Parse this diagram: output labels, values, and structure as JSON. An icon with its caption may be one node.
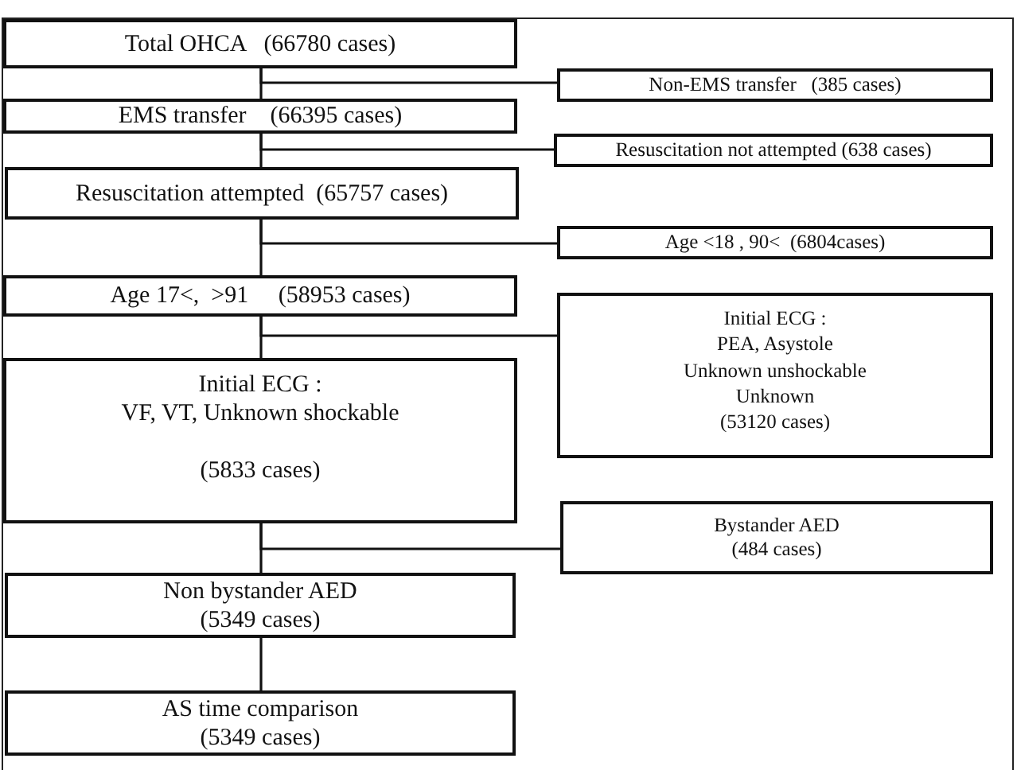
{
  "diagram": {
    "nodes": [
      {
        "text": [
          "Total OHCA   (66780 cases)"
        ]
      },
      {
        "text": [
          "Non-EMS transfer   (385 cases)"
        ]
      },
      {
        "text": [
          "EMS transfer    (66395 cases)"
        ]
      },
      {
        "text": [
          "Resuscitation not attempted (638 cases)"
        ]
      },
      {
        "text": [
          "Resuscitation attempted  (65757 cases)"
        ]
      },
      {
        "text": [
          "Age <18 , 90<  (6804cases)"
        ]
      },
      {
        "text": [
          "Age 17<,  >91     (58953 cases)"
        ]
      },
      {
        "text": [
          "Initial ECG :",
          "PEA, Asystole",
          "Unknown unshockable",
          "Unknown",
          "(53120 cases)"
        ]
      },
      {
        "text": [
          "Initial ECG :",
          "VF, VT, Unknown shockable",
          "(5833 cases)"
        ]
      },
      {
        "text": [
          "Bystander AED",
          "(484 cases)"
        ]
      },
      {
        "text": [
          "Non bystander AED",
          "(5349 cases)"
        ]
      },
      {
        "text": [
          "AS time comparison",
          "(5349 cases)"
        ]
      }
    ],
    "edges": [
      {
        "from": 0,
        "to": 2,
        "arrow": "none"
      },
      {
        "from": 0,
        "to": 1,
        "arrow": "none"
      },
      {
        "from": 2,
        "to": 4,
        "arrow": "none"
      },
      {
        "from": 2,
        "to": 3,
        "arrow": "none"
      },
      {
        "from": 4,
        "to": 6,
        "arrow": "none"
      },
      {
        "from": 4,
        "to": 5,
        "arrow": "none"
      },
      {
        "from": 6,
        "to": 8,
        "arrow": "none"
      },
      {
        "from": 6,
        "to": 7,
        "arrow": "none"
      },
      {
        "from": 8,
        "to": 10,
        "arrow": "none"
      },
      {
        "from": 8,
        "to": 9,
        "arrow": "none"
      },
      {
        "from": 10,
        "to": 11,
        "arrow": "none"
      }
    ]
  }
}
